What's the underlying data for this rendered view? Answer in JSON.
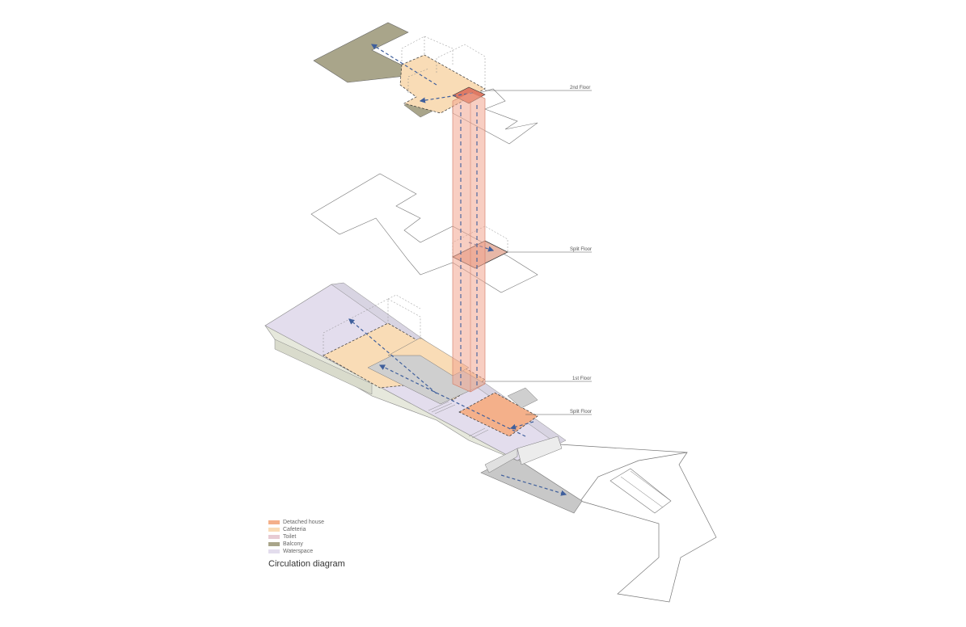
{
  "floors": [
    {
      "key": "second",
      "label": "2nd Floor"
    },
    {
      "key": "split_upper",
      "label": "Split Floor"
    },
    {
      "key": "first",
      "label": "1st Floor"
    },
    {
      "key": "split_lower",
      "label": "Split Floor"
    }
  ],
  "legend": [
    {
      "label": "Detached house",
      "color": "#f4b08a"
    },
    {
      "label": "Cafeteria",
      "color": "#f9dcb6"
    },
    {
      "label": "Toilet",
      "color": "#e7cbd3"
    },
    {
      "label": "Balcony",
      "color": "#a9a58a"
    },
    {
      "label": "Waterspace",
      "color": "#e3dded"
    }
  ],
  "title": "Circulation diagram",
  "colors": {
    "circulation_arrow": "#3f5f9c",
    "vertical_core": "#f2a58f",
    "waterspace": "#e3dded",
    "cafeteria": "#f9dcb6",
    "detached_house": "#f4b08a",
    "balcony": "#a9a58a",
    "toilet": "#e7cbd3",
    "ground": "#e6e8dc",
    "path": "#c8c8c8"
  }
}
